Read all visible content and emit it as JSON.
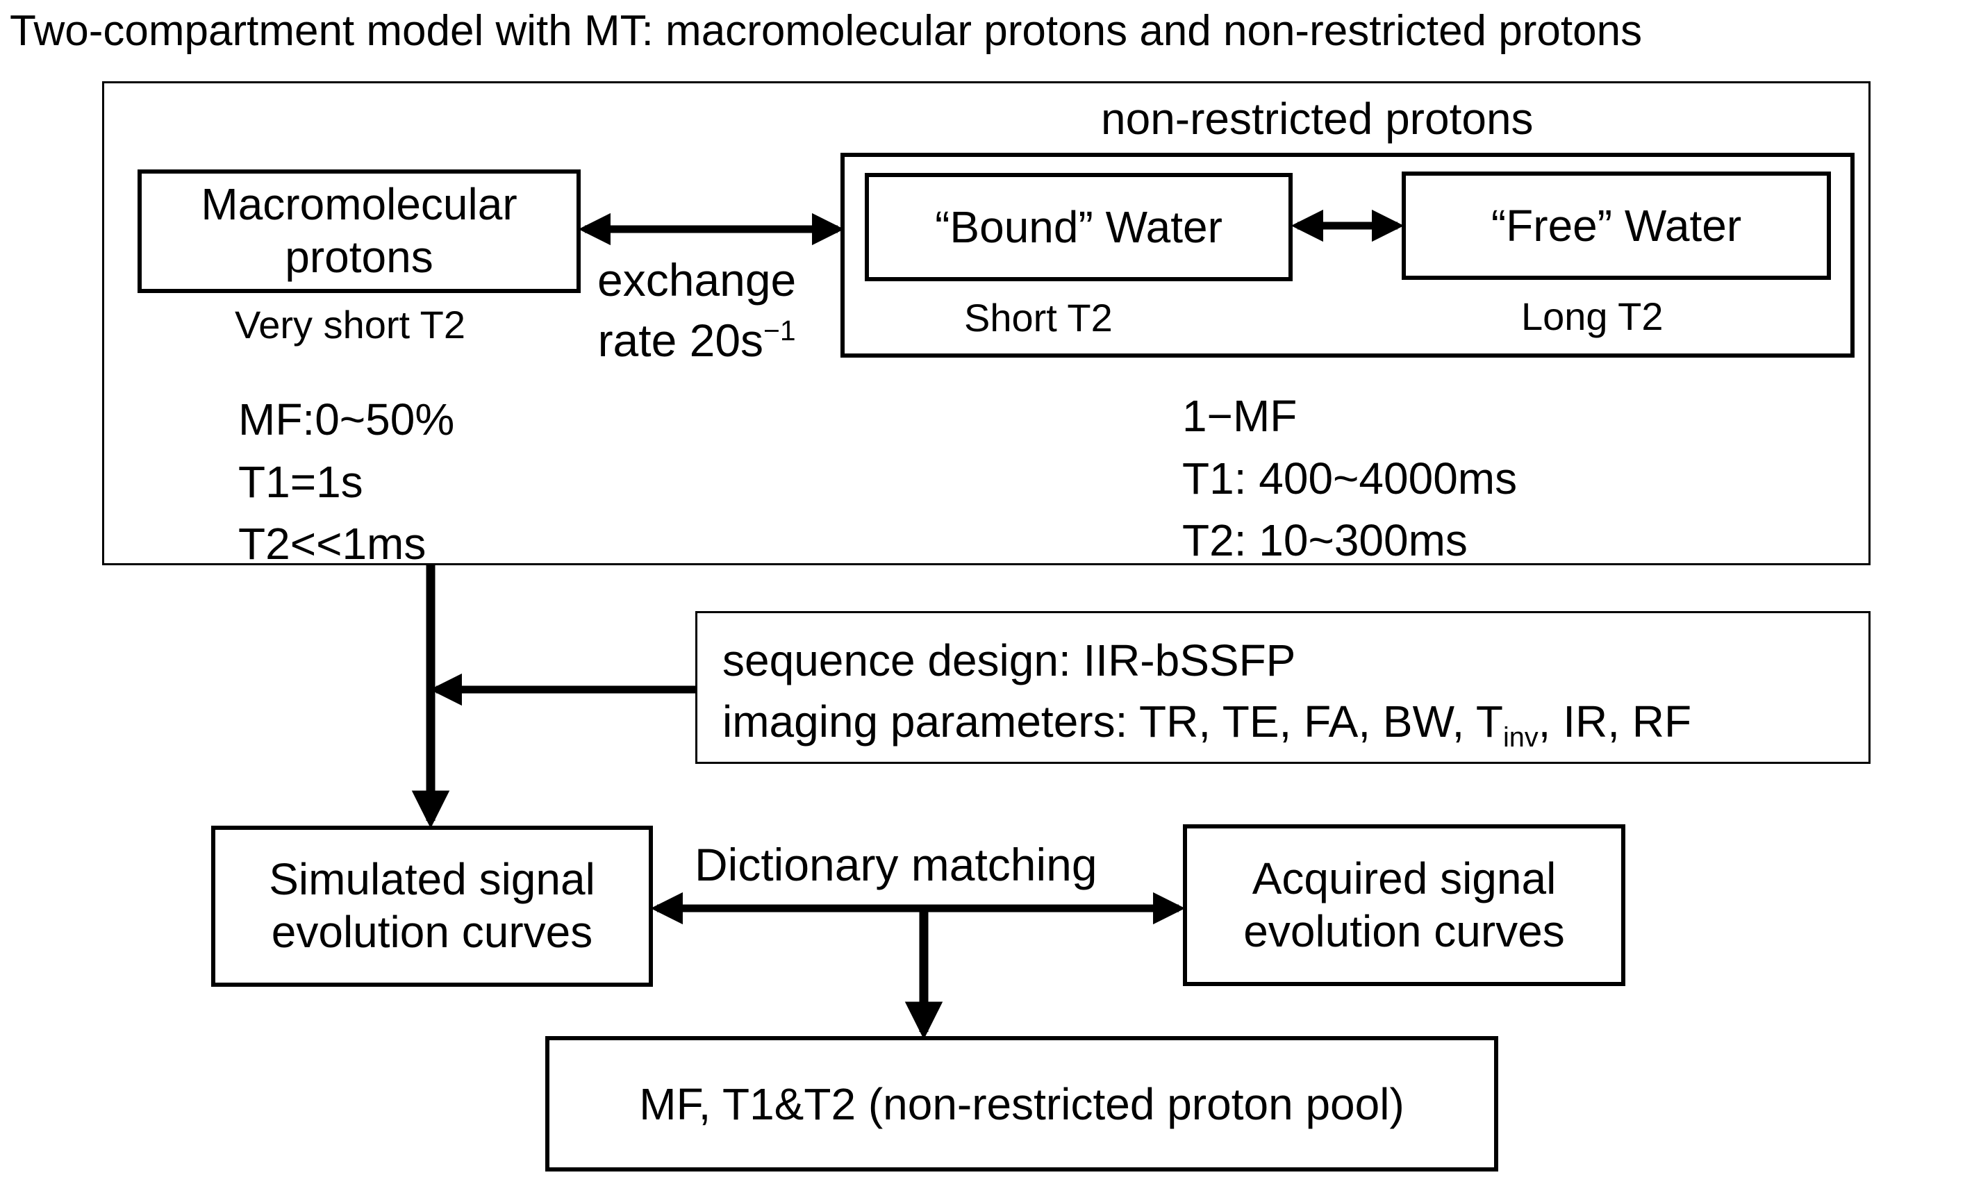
{
  "title": "Two-compartment model with MT: macromolecular protons and non-restricted protons",
  "model": {
    "non_restricted_group_label": "non-restricted protons",
    "macromolecular_box": {
      "line1": "Macromolecular",
      "line2": "protons"
    },
    "macromolecular_caption": "Very short T2",
    "exchange_label": {
      "line1": "exchange",
      "line2_text": "rate 20s",
      "line2_sup": "−1"
    },
    "bound_water_box": "“Bound” Water",
    "free_water_box": "“Free” Water",
    "bound_caption": "Short T2",
    "free_caption": "Long T2",
    "macromolecular_params": [
      "MF:0~50%",
      "T1=1s",
      "T2<<1ms"
    ],
    "non_restricted_params": [
      "1−MF",
      "T1: 400~4000ms",
      "T2: 10~300ms"
    ]
  },
  "sequence": {
    "line1": "sequence design: IIR-bSSFP",
    "line2_prefix": "imaging parameters: TR, TE, FA, BW, T",
    "line2_sub": "inv",
    "line2_suffix": ", IR, RF"
  },
  "matching": {
    "simulated_box": {
      "line1": "Simulated signal",
      "line2": "evolution curves"
    },
    "acquired_box": {
      "line1": "Acquired signal",
      "line2": "evolution curves"
    },
    "dictionary_label": "Dictionary matching",
    "result_box": "MF, T1&T2 (non-restricted proton pool)"
  }
}
